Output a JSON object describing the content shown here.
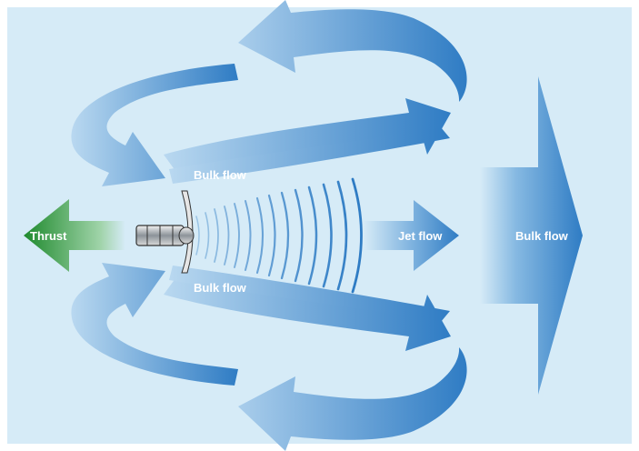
{
  "diagram": {
    "labels": {
      "thrust": "Thrust",
      "bulk_flow_top": "Bulk flow",
      "bulk_flow_bottom": "Bulk flow",
      "jet_flow": "Jet flow",
      "bulk_flow_big": "Bulk flow"
    },
    "colors": {
      "background": "#d6ebf7",
      "flow_dark": "#2f7cc4",
      "flow_light": "#a9cdeb",
      "thrust_dark": "#1f8a2e",
      "thrust_light": "#d7eedb",
      "propeller": "#9aa0a6"
    }
  }
}
